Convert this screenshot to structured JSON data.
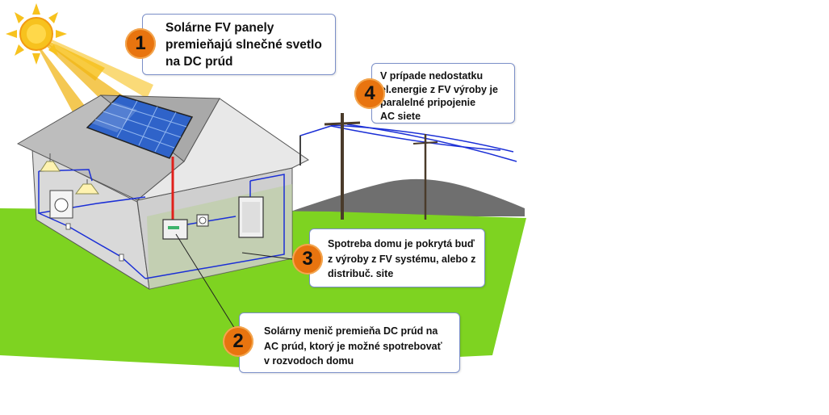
{
  "callouts": [
    {
      "number": "1",
      "text": "Solárne FV panely\npremieňajú slnečné svetlo\nna DC prúd"
    },
    {
      "number": "2",
      "text": "Solárny menič premieňa DC prúd na\nAC prúd, ktorý je možné spotrebovať\nv rozvodoch domu"
    },
    {
      "number": "3",
      "text": "Spotreba domu je pokrytá buď\nz výroby z FV systému, alebo z\ndistribuč. site"
    },
    {
      "number": "4",
      "text": "V prípade nedostatku\nel.energie z FV výroby je\nparalelné pripojenie\nAC siete"
    }
  ],
  "colors": {
    "badge": "#e8740f",
    "callout_border": "#7b8fc8",
    "grass": "#7ed321",
    "wire_ac": "#1b2fd6",
    "wire_dc": "#e0201b",
    "sun": "#f7c21e",
    "panel": "#2f63c9"
  }
}
